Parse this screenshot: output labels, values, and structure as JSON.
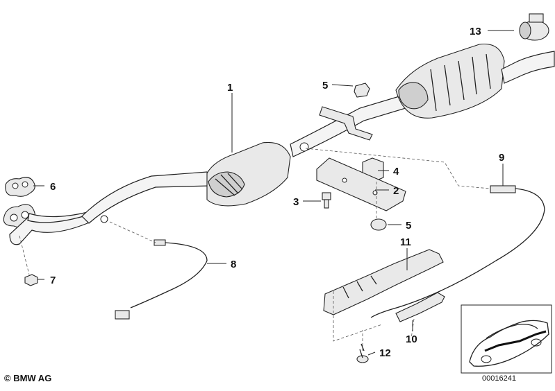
{
  "diagram": {
    "callouts": [
      {
        "id": "callout-1",
        "label": "1"
      },
      {
        "id": "callout-2",
        "label": "2"
      },
      {
        "id": "callout-3",
        "label": "3"
      },
      {
        "id": "callout-4",
        "label": "4"
      },
      {
        "id": "callout-5a",
        "label": "5"
      },
      {
        "id": "callout-5b",
        "label": "5"
      },
      {
        "id": "callout-6",
        "label": "6"
      },
      {
        "id": "callout-7",
        "label": "7"
      },
      {
        "id": "callout-8",
        "label": "8"
      },
      {
        "id": "callout-9",
        "label": "9"
      },
      {
        "id": "callout-10",
        "label": "10"
      },
      {
        "id": "callout-11",
        "label": "11"
      },
      {
        "id": "callout-12",
        "label": "12"
      },
      {
        "id": "callout-13",
        "label": "13"
      }
    ]
  },
  "footer": {
    "copyright": "© BMW AG",
    "drawing_number": "00016241"
  },
  "colors": {
    "line": "#222222",
    "fill_light": "#e9e9e9",
    "fill_dark": "#cfcfcf",
    "background": "#ffffff"
  }
}
